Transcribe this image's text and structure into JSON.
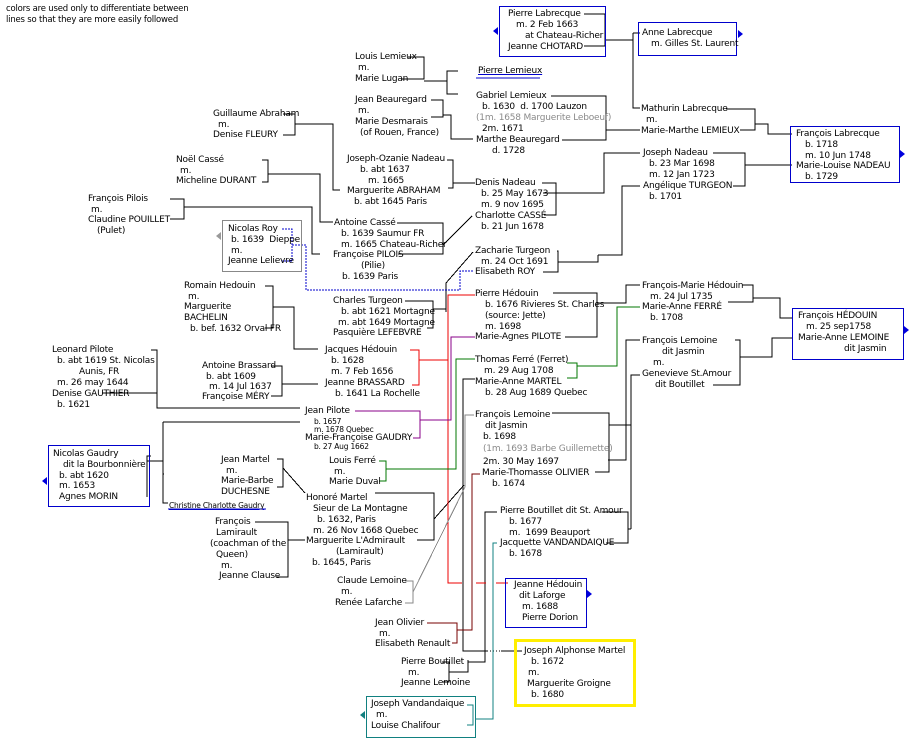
{
  "note": [
    "colors are used only to differentiate between",
    "lines so that they are more easily followed"
  ],
  "colors": {
    "line": "#000000",
    "red": "#ee0000",
    "purple": "#880088",
    "green": "#007700",
    "gray": "#888888",
    "maroon": "#770000",
    "teal": "#118080",
    "blue_dash": "#0000cc",
    "box_blue": "#0000cc",
    "box_yellow": "#ffee00"
  },
  "people": {
    "labrecque_chotard": [
      "Pierre Labrecque",
      "m. 2 Feb 1663",
      "at Chateau-Richer",
      "Jeanne CHOTARD"
    ],
    "anne_labrecque": [
      "Anne Labrecque",
      "m. Gilles St. Laurent"
    ],
    "lemieux_lugan": [
      "Louis Lemieux",
      "m.",
      "Marie Lugan"
    ],
    "pierre_lemieux": "Pierre Lemieux",
    "gabriel_lemieux": [
      "Gabriel Lemieux",
      "b. 1630  d. 1700 Lauzon"
    ],
    "gabriel_first_marriage": "(1m. 1658 Marguerite Leboeuf)",
    "gabriel_second": [
      "2m. 1671",
      "Marthe Beauregard",
      "d. 1728"
    ],
    "beauregard_desmarais": [
      "Jean Beauregard",
      "m.",
      "Marie Desmarais",
      "(of Rouen, France)"
    ],
    "mathurin_labrecque": [
      "Mathurin Labrecque",
      "m.",
      "Marie-Marthe LEMIEUX"
    ],
    "francois_labrecque": [
      "François Labrecque",
      "b. 1718",
      "m. 10 Jun 1748",
      "Marie-Louise NADEAU",
      "b. 1729"
    ],
    "abraham_fleury": [
      "Guillaume Abraham",
      "m.",
      "Denise FLEURY"
    ],
    "nadeau_abraham": [
      "Joseph-Ozanie Nadeau",
      "b. abt 1637",
      "m. 1665",
      "Marguerite ABRAHAM",
      "b. abt 1645 Paris"
    ],
    "joseph_nadeau": [
      "Joseph Nadeau",
      "b. 23 Mar 1698",
      "m. 12 Jan 1723",
      "Angélique TURGEON",
      "b. 1701"
    ],
    "casse_durant": [
      "Noël Cassé",
      "m.",
      "Micheline DURANT"
    ],
    "denis_nadeau": [
      "Denis Nadeau",
      "b. 25 May 1673",
      "m. 9 nov 1695",
      "Charlotte CASSÉ",
      "b. 21 Jun 1678"
    ],
    "pilois_pouillet": [
      "François Pilois",
      "m.",
      "Claudine POUILLET",
      "(Pulet)"
    ],
    "antoine_casse": [
      "Antoine Cassé",
      "b. 1639 Saumur FR",
      "m. 1665 Chateau-Richer",
      "Françoise PILOIS",
      "(Pilie)",
      "b. 1639 Paris"
    ],
    "nicolas_roy": [
      "Nicolas Roy",
      "b. 1639  Dieppe",
      "m.",
      "Jeanne Lelievre"
    ],
    "zacharie_turgeon": [
      "Zacharie Turgeon",
      "m. 24 Oct 1691",
      "Elisabeth ROY"
    ],
    "hedouin_bachelin": [
      "Romain Hedouin",
      "m.",
      "Marguerite",
      "BACHELIN",
      "b. bef. 1632 Orval FR"
    ],
    "charles_turgeon": [
      "Charles Turgeon",
      "b. abt 1621 Mortagne",
      "m. abt 1649 Mortagne",
      "Pasquière LEFEBVRE"
    ],
    "pierre_hedouin": [
      "Pierre Hédouin",
      "b. 1676 Rivieres St. Charles",
      "(source: Jette)",
      "m. 1698",
      "Marie-Agnes PILOTE"
    ],
    "francois_marie_hedouin": [
      "François-Marie Hédouin",
      "m. 24 Jul 1735",
      "Marie-Anne FERRÉ",
      "b. 1708"
    ],
    "francois_hedouin": [
      "François HÉDOUIN",
      "m. 25 sep1758",
      "Marie-Anne LEMOINE",
      "dit Jasmin"
    ],
    "leonard_pilote": [
      "Leonard Pilote",
      "b. abt 1619 St. Nicolas",
      "Aunis, FR",
      "m. 26 may 1644",
      "Denise GAUTHIER",
      "b. 1621"
    ],
    "jacques_hedouin": [
      "Jacques Hédouin",
      "b. 1628",
      "m. 7 Feb 1656",
      "Jeanne BRASSARD",
      "b. 1641 La Rochelle"
    ],
    "brassard_mery": [
      "Antoine Brassard",
      "b. abt 1609",
      "m. 14 Jul 1637",
      "Françoise MÉRY"
    ],
    "thomas_ferre": [
      "Thomas Ferré (Ferret)",
      "m. 29 Aug 1708",
      "Marie-Anne MARTEL",
      "b. 28 Aug 1689 Quebec"
    ],
    "lemoine_st_amour": [
      "François Lemoine",
      "dit Jasmin",
      "m.",
      "Genevieve St.Amour",
      "dit Boutillet"
    ],
    "jean_pilote": [
      "Jean Pilote",
      "b. 1657",
      "m. 1678 Quebec",
      "Marie-Françoise GAUDRY",
      "b. 27 Aug 1662"
    ],
    "nicolas_gaudry": [
      "Nicolas Gaudry",
      "dit la Bourbonnière",
      "b. abt 1620",
      "m. 1653",
      "Agnes MORIN"
    ],
    "christine_gaudry": "Christine Charlotte Gaudry",
    "francois_lemoine": [
      "François Lemoine",
      "dit Jasmin",
      "b. 1698"
    ],
    "francois_lemoine_first": "(1m. 1693 Barbe Guillemette)",
    "francois_lemoine_second": [
      "2m. 30 May 1697",
      "Marie-Thomasse OLIVIER",
      "b. 1674"
    ],
    "ferre_duval": [
      "Louis Ferré",
      "m.",
      "Marie Duval"
    ],
    "martel_duchesne": [
      "Jean Martel",
      "m.",
      "Marie-Barbe",
      "DUCHESNE"
    ],
    "honore_martel": [
      "Honoré Martel",
      "Sieur de La Montagne",
      "b. 1632, Paris",
      "m. 26 Nov 1668 Quebec",
      "Marguerite L'Admirault",
      "(Lamirault)",
      "b. 1645, Paris"
    ],
    "lamirault_clause": [
      "François",
      "Lamirault",
      "(coachman of the",
      "Queen)",
      "m.",
      "Jeanne Clause"
    ],
    "pierre_boutillet_st_amour": [
      "Pierre Boutillet dit St. Amour",
      "b. 1677",
      "m.  1699 Beauport",
      "Jacquette VANDANDAIQUE",
      "b. 1678"
    ],
    "lemoine_lafarche": [
      "Claude Lemoine",
      "m.",
      "Renée Lafarche"
    ],
    "jeanne_hedouin": [
      "Jeanne Hédouin",
      "dit Laforge",
      "m. 1688",
      "Pierre Dorion"
    ],
    "olivier_renault": [
      "Jean Olivier",
      "m.",
      "Elisabeth Renault"
    ],
    "joseph_alphonse_martel": [
      "Joseph Alphonse Martel",
      "b. 1672",
      "m.",
      "Marguerite Groigne",
      "b. 1680"
    ],
    "boutillet_lemoine": [
      "Pierre Boutillet",
      "m.",
      "Jeanne Lemoine"
    ],
    "vandandaique_chalifour": [
      "Joseph Vandandaique",
      "m.",
      "Louise Chalifour"
    ]
  }
}
